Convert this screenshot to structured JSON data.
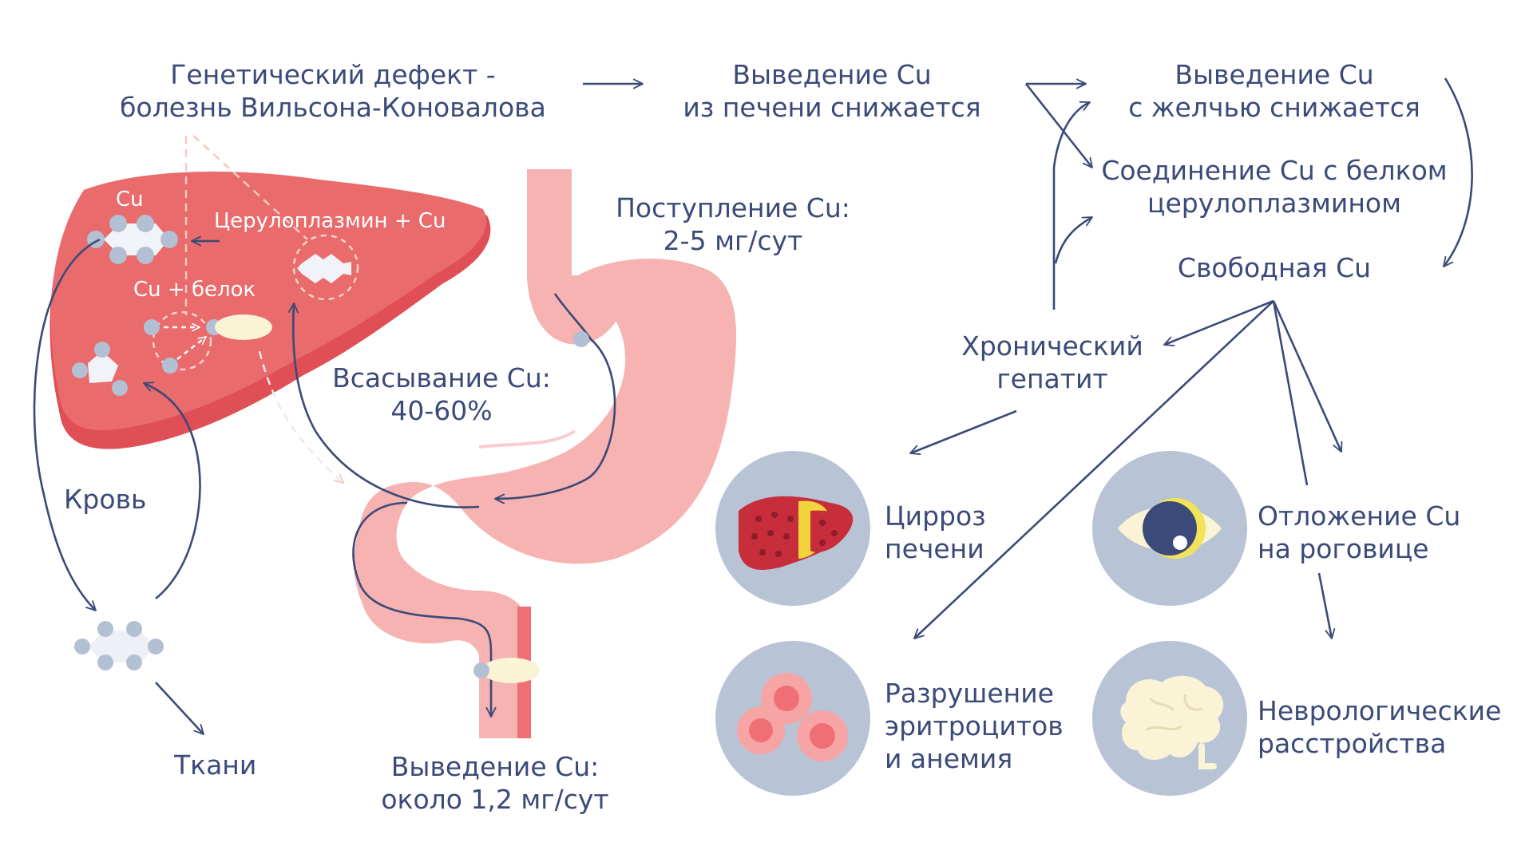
{
  "colors": {
    "text": "#3b4a78",
    "arrow": "#3b4a78",
    "liver": "#e96b6b",
    "liver_dark": "#e04f55",
    "stomach": "#f7b2b2",
    "stomach_dark": "#ef6f76",
    "circle_bg": "#b9c3d6",
    "copper_dot": "#b3bfd3",
    "copper_molecule": "#f1f3f9",
    "vesicle": "#faf3d6"
  },
  "labels": {
    "genetic_defect": [
      "Генетический дефект -",
      "болезнь Вильсона-Коновалова"
    ],
    "liver_excretion": [
      "Выведение Cu",
      "из печени снижается"
    ],
    "bile_excretion": [
      "Выведение Cu",
      "с желчью снижается"
    ],
    "ceruloplasmin_binding": [
      "Соединение Cu с белком",
      "церулоплазмином"
    ],
    "free_cu": "Свободная Cu",
    "chronic_hepatitis": [
      "Хронический",
      "гепатит"
    ],
    "intake": [
      "Поступление Cu:",
      "2-5 мг/сут"
    ],
    "absorption": [
      "Всасывание Cu:",
      "40-60%"
    ],
    "excretion": [
      "Выведение Cu:",
      "около 1,2 мг/сут"
    ],
    "blood": "Кровь",
    "tissues": "Ткани",
    "cu": "Cu",
    "ceruloplasmin_cu": "Церулоплазмин + Cu",
    "cu_protein": "Cu + белок"
  },
  "outcomes": [
    {
      "id": "cirrhosis",
      "lines": [
        "Цирроз",
        "печени"
      ],
      "icon": "cirrhotic-liver-icon"
    },
    {
      "id": "cornea",
      "lines": [
        "Отложение Cu",
        "на роговице"
      ],
      "icon": "eye-icon"
    },
    {
      "id": "hemolysis",
      "lines": [
        "Разрушение",
        "эритроцитов",
        "и анемия"
      ],
      "icon": "red-blood-cells-icon"
    },
    {
      "id": "neuro",
      "lines": [
        "Неврологические",
        "расстройства"
      ],
      "icon": "brain-icon"
    }
  ]
}
